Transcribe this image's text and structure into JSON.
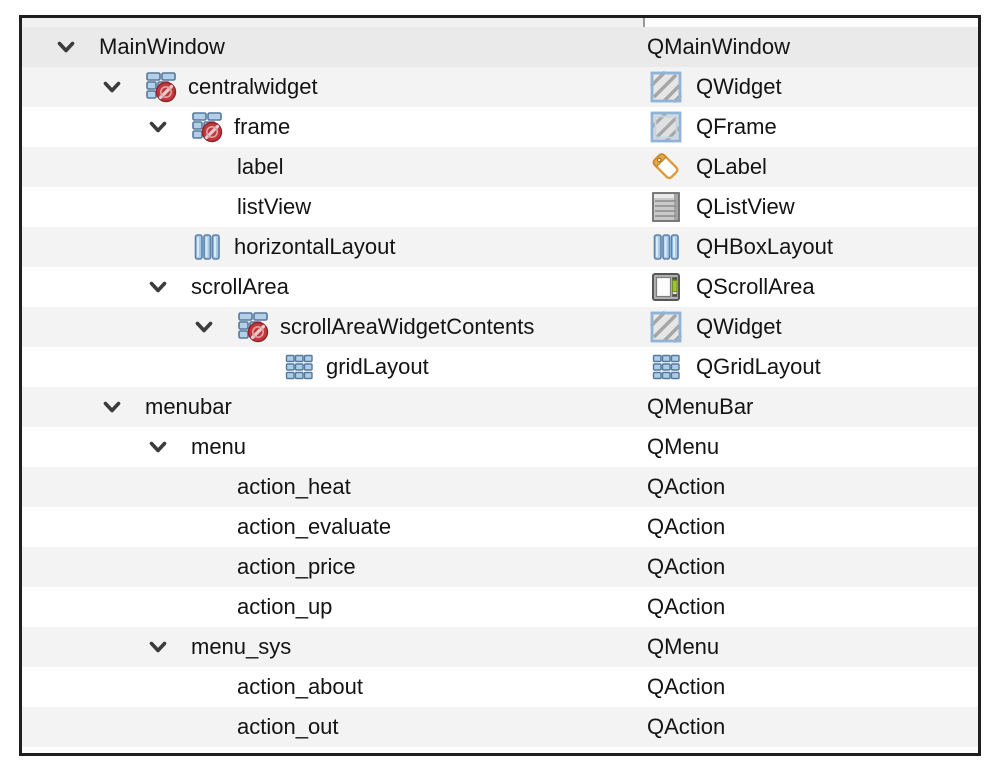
{
  "window": {
    "description": "Qt Designer object inspector tree showing widget object names and class names"
  },
  "colors": {
    "panel_border": "#1f1f1f",
    "row_alternate": "#f3f3f3",
    "row_selected": "#eaeaea",
    "text": "#141414",
    "chevron": "#3c3c3c",
    "icon_blue_fill": "#b3d0e8",
    "icon_blue_stroke": "#5b82ab",
    "broken_badge_red": "#c5373c",
    "label_tag_orange": "#e09c3c",
    "scrollbar_green": "#9ec435"
  },
  "columns": {
    "object_column_header": "",
    "class_column_header": ""
  },
  "tree": {
    "rows": [
      {
        "name": "MainWindow",
        "class": "QMainWindow",
        "depth": 0,
        "expanded": true,
        "name_icon": "",
        "class_icon": "",
        "shade": "selected"
      },
      {
        "name": "centralwidget",
        "class": "QWidget",
        "depth": 1,
        "expanded": true,
        "name_icon": "broken-layout-widget-icon",
        "class_icon": "qwidget-icon",
        "shade": "alt"
      },
      {
        "name": "frame",
        "class": "QFrame",
        "depth": 2,
        "expanded": true,
        "name_icon": "broken-layout-widget-icon",
        "class_icon": "qframe-icon",
        "shade": "base"
      },
      {
        "name": "label",
        "class": "QLabel",
        "depth": 3,
        "expanded": false,
        "name_icon": "",
        "class_icon": "qlabel-icon",
        "shade": "alt"
      },
      {
        "name": "listView",
        "class": "QListView",
        "depth": 3,
        "expanded": false,
        "name_icon": "",
        "class_icon": "qlistview-icon",
        "shade": "base"
      },
      {
        "name": "horizontalLayout",
        "class": "QHBoxLayout",
        "depth": 2,
        "expanded": false,
        "name_icon": "hbox-layout-icon",
        "class_icon": "hbox-layout-icon",
        "shade": "alt"
      },
      {
        "name": "scrollArea",
        "class": "QScrollArea",
        "depth": 2,
        "expanded": true,
        "name_icon": "",
        "class_icon": "qscrollarea-icon",
        "shade": "base"
      },
      {
        "name": "scrollAreaWidgetContents",
        "class": "QWidget",
        "depth": 3,
        "expanded": true,
        "name_icon": "broken-layout-widget-icon",
        "class_icon": "qwidget-icon",
        "shade": "alt"
      },
      {
        "name": "gridLayout",
        "class": "QGridLayout",
        "depth": 4,
        "expanded": false,
        "name_icon": "grid-layout-icon",
        "class_icon": "grid-layout-icon",
        "shade": "base"
      },
      {
        "name": "menubar",
        "class": "QMenuBar",
        "depth": 1,
        "expanded": true,
        "name_icon": "",
        "class_icon": "",
        "shade": "alt"
      },
      {
        "name": "menu",
        "class": "QMenu",
        "depth": 2,
        "expanded": true,
        "name_icon": "",
        "class_icon": "",
        "shade": "base"
      },
      {
        "name": "action_heat",
        "class": "QAction",
        "depth": 3,
        "expanded": false,
        "name_icon": "",
        "class_icon": "",
        "shade": "alt"
      },
      {
        "name": "action_evaluate",
        "class": "QAction",
        "depth": 3,
        "expanded": false,
        "name_icon": "",
        "class_icon": "",
        "shade": "base"
      },
      {
        "name": "action_price",
        "class": "QAction",
        "depth": 3,
        "expanded": false,
        "name_icon": "",
        "class_icon": "",
        "shade": "alt"
      },
      {
        "name": "action_up",
        "class": "QAction",
        "depth": 3,
        "expanded": false,
        "name_icon": "",
        "class_icon": "",
        "shade": "base"
      },
      {
        "name": "menu_sys",
        "class": "QMenu",
        "depth": 2,
        "expanded": true,
        "name_icon": "",
        "class_icon": "",
        "shade": "alt"
      },
      {
        "name": "action_about",
        "class": "QAction",
        "depth": 3,
        "expanded": false,
        "name_icon": "",
        "class_icon": "",
        "shade": "base"
      },
      {
        "name": "action_out",
        "class": "QAction",
        "depth": 3,
        "expanded": false,
        "name_icon": "",
        "class_icon": "",
        "shade": "alt"
      }
    ]
  }
}
